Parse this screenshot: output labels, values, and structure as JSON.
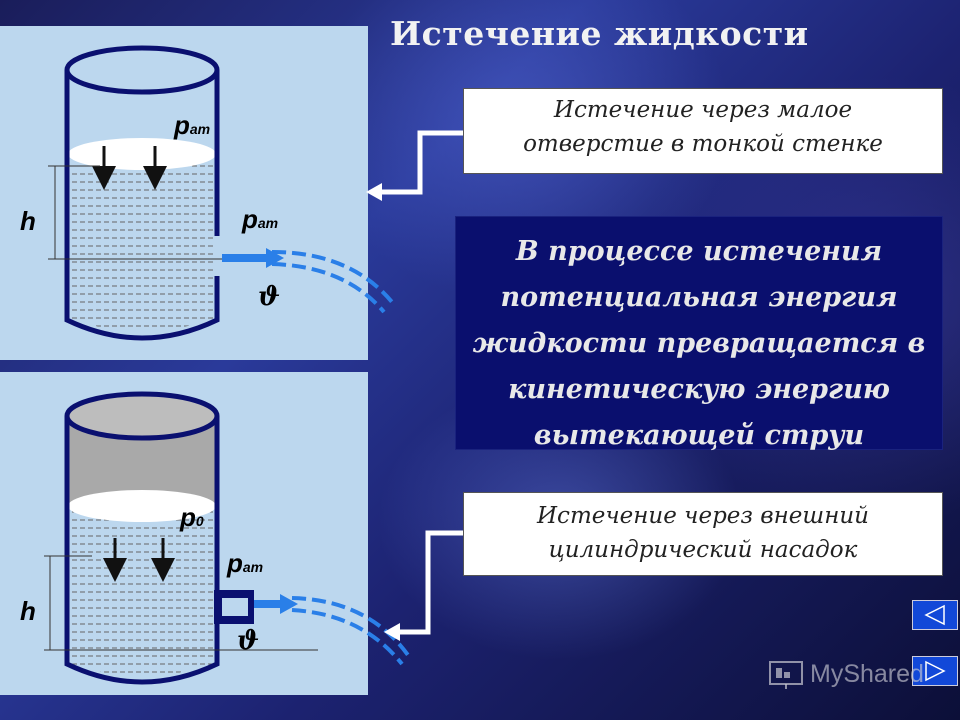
{
  "title": "Истечение жидкости",
  "top_diagram": {
    "pressure_top": "р",
    "pressure_top_sub": "ат",
    "pressure_side": "р",
    "pressure_side_sub": "ат",
    "height_label": "h",
    "velocity_label": "ϑ"
  },
  "bottom_diagram": {
    "pressure_top": "р",
    "pressure_top_sub": "0",
    "pressure_side": "р",
    "pressure_side_sub": "ат",
    "height_label": "h",
    "velocity_label": "ϑ"
  },
  "box_thin_wall": {
    "line1": "Истечение через малое",
    "line2": "отверстие в тонкой стенке"
  },
  "info": {
    "line1": "В процессе истечения",
    "line2": "потенциальная энергия",
    "line3": "жидкости превращается в",
    "line4": "кинетическую энергию",
    "line5": "вытекающей струи"
  },
  "box_nozzle": {
    "line1": "Истечение через внешний",
    "line2": "цилиндрический насадок"
  },
  "nav": {
    "prev_icon": "triangle-left-icon",
    "next_icon": "triangle-right-icon"
  },
  "watermark": "MyShared",
  "colors": {
    "panel": "#bcd7ee",
    "tank_outline": "#0a1070",
    "info_bg": "#0a0f6e",
    "jet": "#2a7fe8"
  }
}
